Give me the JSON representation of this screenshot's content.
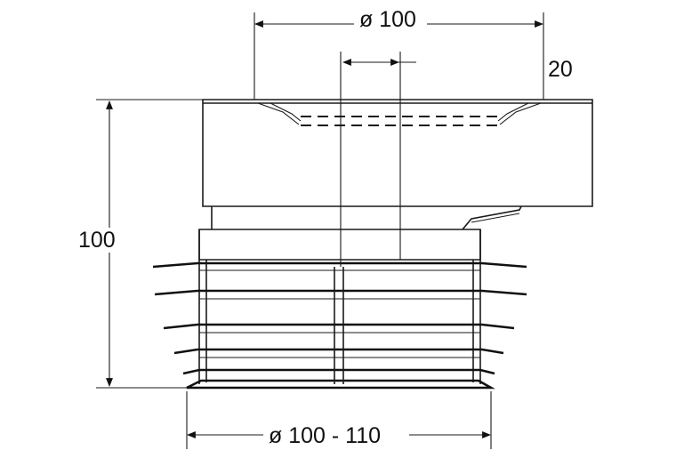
{
  "labels": {
    "top_diameter": "ø 100",
    "top_offset": "20",
    "height": "100",
    "bottom_diameter": "ø 100 - 110"
  }
}
